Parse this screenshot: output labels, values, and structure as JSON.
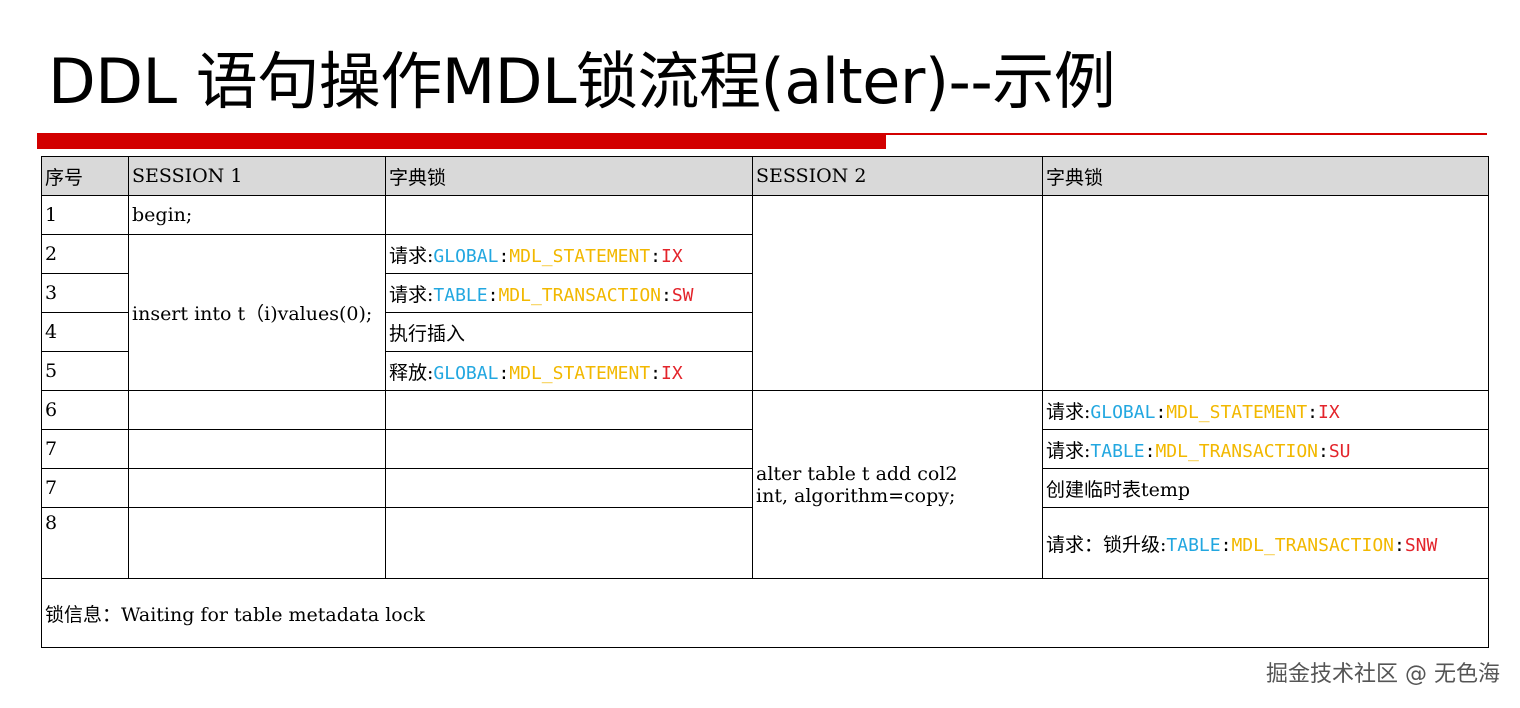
{
  "title": "DDL 语句操作MDL锁流程(alter)--示例",
  "header": {
    "col_seq": "序号",
    "col_session1": "SESSION 1",
    "col_lock1": "字典锁",
    "col_session2": "SESSION 2",
    "col_lock2": "字典锁"
  },
  "rows": {
    "r1": {
      "seq": "1",
      "session1": "begin;"
    },
    "r2": {
      "seq": "2",
      "lock1": {
        "prefix": "请求:",
        "scope": "GLOBAL",
        "type": "MDL_STATEMENT",
        "mode": "IX"
      }
    },
    "r3": {
      "seq": "3",
      "lock1": {
        "prefix": "请求:",
        "scope": "TABLE",
        "type": "MDL_TRANSACTION",
        "mode": "SW"
      }
    },
    "r4": {
      "seq": "4",
      "lock1_text": "执行插入"
    },
    "r5": {
      "seq": "5",
      "lock1": {
        "prefix": "释放:",
        "scope": "GLOBAL",
        "type": "MDL_STATEMENT",
        "mode": "IX"
      }
    },
    "r6": {
      "seq": "6",
      "lock2": {
        "prefix": "请求:",
        "scope": "GLOBAL",
        "type": "MDL_STATEMENT",
        "mode": "IX"
      }
    },
    "r7a": {
      "seq": "7",
      "lock2": {
        "prefix": "请求:",
        "scope": "TABLE",
        "type": "MDL_TRANSACTION",
        "mode": "SU"
      }
    },
    "r7b": {
      "seq": "7",
      "lock2_text": "创建临时表temp"
    },
    "r8": {
      "seq": "8",
      "lock2": {
        "prefix": "请求：锁升级:",
        "scope": "TABLE",
        "type": "MDL_TRANSACTION",
        "mode": "SNW"
      }
    }
  },
  "session1_insert": "insert into t（i)values(0);",
  "session2_alter": {
    "line1": "alter table t add col2",
    "line2": "int, algorithm=copy;"
  },
  "lock_info": "锁信息：Waiting for table metadata lock",
  "watermark": "掘金技术社区 @ 无色海",
  "colors": {
    "accent_red": "#d20000",
    "lock_scope": "#22a7e0",
    "lock_type": "#f2b800",
    "lock_mode": "#e3242b",
    "header_bg": "#d9d9d9"
  }
}
